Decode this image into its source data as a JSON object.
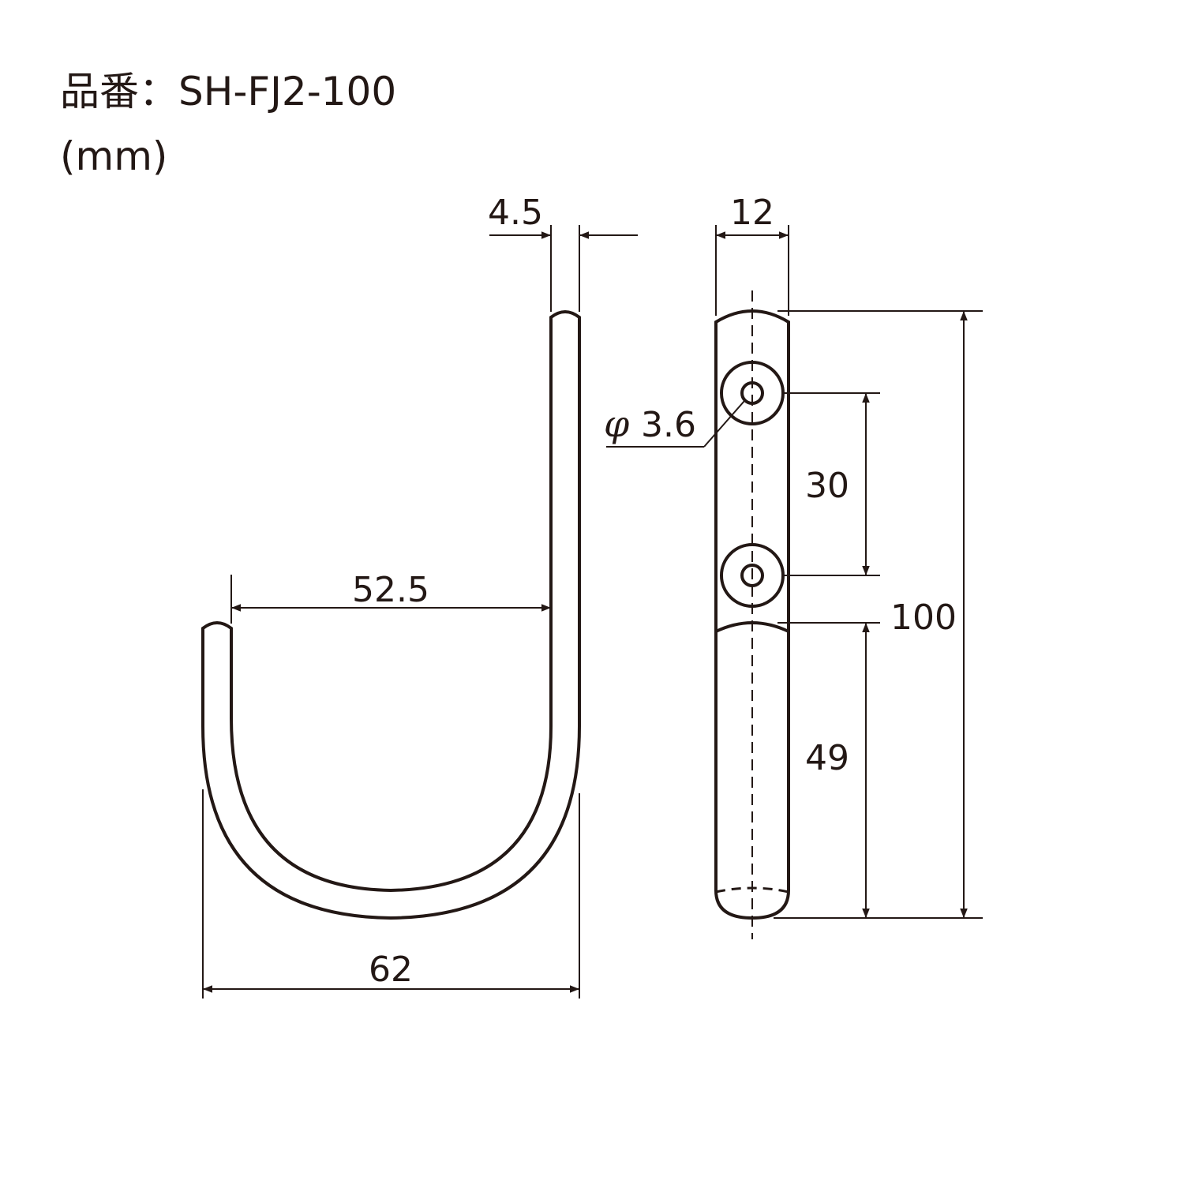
{
  "header": {
    "part_label": "品番",
    "part_separator": "：",
    "part_number": "SH-FJ2-100",
    "unit": "(mm)"
  },
  "dimensions": {
    "wire_thickness": "4.5",
    "inner_width": "52.5",
    "outer_width": "62",
    "plate_width": "12",
    "hole_diameter_symbol": "φ",
    "hole_diameter": "3.6",
    "hole_pitch": "30",
    "total_height": "100",
    "lower_length": "49"
  },
  "colors": {
    "line": "#231815",
    "background": "#ffffff"
  }
}
